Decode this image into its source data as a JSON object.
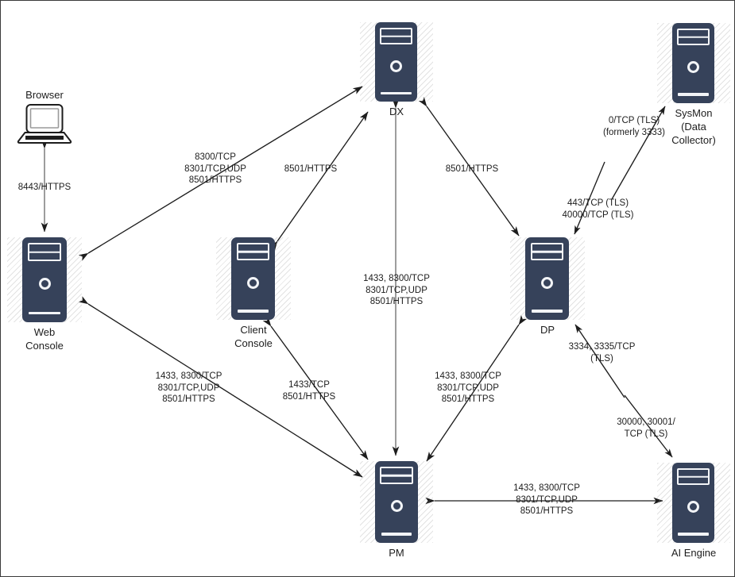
{
  "diagram": {
    "title": "Component Port Communication Diagram",
    "background_color": "#ffffff",
    "border_color": "#3b3b3b",
    "node_color": "#36425a",
    "node_accent_color": "#f2f4f7",
    "text_color": "#1d1d1d"
  },
  "nodes": [
    {
      "id": "browser",
      "label": "Browser",
      "icon": "laptop-icon"
    },
    {
      "id": "web-console",
      "label": "Web\nConsole",
      "icon": "server-icon"
    },
    {
      "id": "client-console",
      "label": "Client\nConsole",
      "icon": "server-icon"
    },
    {
      "id": "dx",
      "label": "DX",
      "icon": "server-icon"
    },
    {
      "id": "dp",
      "label": "DP",
      "icon": "server-icon"
    },
    {
      "id": "sysmon",
      "label": "SysMon\n(Data\nCollector)",
      "icon": "server-icon"
    },
    {
      "id": "pm",
      "label": "PM",
      "icon": "server-icon"
    },
    {
      "id": "ai-engine",
      "label": "AI Engine",
      "icon": "server-icon"
    }
  ],
  "edge_labels": [
    {
      "id": "browser-webconsole",
      "text": "8443/HTTPS"
    },
    {
      "id": "webconsole-dx",
      "text": "8300/TCP\n8301/TCP,UDP\n8501/HTTPS"
    },
    {
      "id": "clientconsole-dx",
      "text": "8501/HTTPS"
    },
    {
      "id": "dx-dp",
      "text": "8501/HTTPS"
    },
    {
      "id": "dx-pm",
      "text": "1433, 8300/TCP\n8301/TCP,UDP\n8501/HTTPS"
    },
    {
      "id": "webconsole-pm",
      "text": "1433, 8300/TCP\n8301/TCP,UDP\n8501/HTTPS"
    },
    {
      "id": "clientconsole-pm",
      "text": "1433/TCP\n8501/HTTPS"
    },
    {
      "id": "dp-pm",
      "text": "1433, 8300/TCP\n8301/TCP,UDP\n8501/HTTPS"
    },
    {
      "id": "pm-aiengine",
      "text": "1433, 8300/TCP\n8301/TCP,UDP\n8501/HTTPS"
    },
    {
      "id": "dp-sysmon",
      "text": "0/TCP (TLS)\n(formerly 3333)"
    },
    {
      "id": "dp-inbound-tls",
      "text": "443/TCP (TLS)\n40000/TCP (TLS)"
    },
    {
      "id": "dp-aiengine-upper",
      "text": "3334, 3335/TCP\n(TLS)"
    },
    {
      "id": "dp-aiengine-lower",
      "text": "30000, 30001/\nTCP (TLS)"
    }
  ],
  "connections": [
    {
      "from": "browser",
      "to": "web-console",
      "direction": "bidirectional",
      "label": "8443/HTTPS"
    },
    {
      "from": "web-console",
      "to": "dx",
      "direction": "bidirectional",
      "label": "8300/TCP 8301/TCP,UDP 8501/HTTPS"
    },
    {
      "from": "client-console",
      "to": "dx",
      "direction": "bidirectional",
      "label": "8501/HTTPS"
    },
    {
      "from": "dx",
      "to": "dp",
      "direction": "bidirectional",
      "label": "8501/HTTPS"
    },
    {
      "from": "dx",
      "to": "pm",
      "direction": "bidirectional",
      "label": "1433, 8300/TCP 8301/TCP,UDP 8501/HTTPS"
    },
    {
      "from": "web-console",
      "to": "pm",
      "direction": "bidirectional",
      "label": "1433, 8300/TCP 8301/TCP,UDP 8501/HTTPS"
    },
    {
      "from": "client-console",
      "to": "pm",
      "direction": "bidirectional",
      "label": "1433/TCP 8501/HTTPS"
    },
    {
      "from": "dp",
      "to": "pm",
      "direction": "bidirectional",
      "label": "1433, 8300/TCP 8301/TCP,UDP 8501/HTTPS"
    },
    {
      "from": "pm",
      "to": "ai-engine",
      "direction": "bidirectional",
      "label": "1433, 8300/TCP 8301/TCP,UDP 8501/HTTPS"
    },
    {
      "from": "dp",
      "to": "sysmon",
      "direction": "outbound",
      "label": "0/TCP (TLS) (formerly 3333)"
    },
    {
      "from": "sysmon",
      "to": "dp",
      "direction": "outbound",
      "label": "443/TCP (TLS) 40000/TCP (TLS)"
    },
    {
      "from": "ai-engine",
      "to": "dp",
      "direction": "outbound",
      "label": "3334, 3335/TCP (TLS)"
    },
    {
      "from": "dp",
      "to": "ai-engine",
      "direction": "outbound",
      "label": "30000, 30001/ TCP (TLS)"
    }
  ]
}
